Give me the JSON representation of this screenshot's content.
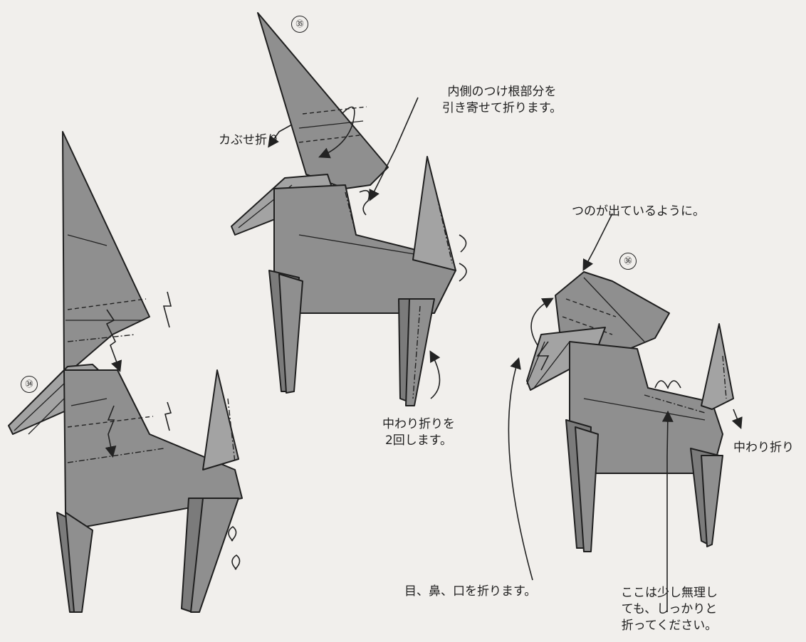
{
  "steps": {
    "step34": {
      "number": "㉞"
    },
    "step35": {
      "number": "㉟"
    },
    "step36": {
      "number": "㊱"
    }
  },
  "labels": {
    "kabuse_fold": "カぶせ折り",
    "pull_base_line1": "内側のつけ根部分を",
    "pull_base_line2": "引き寄せて折ります。",
    "horn_note": "つのが出ているように。",
    "inside_twice_line1": "中わり折りを",
    "inside_twice_line2": "2回します。",
    "inside_reverse": "中わり折り",
    "eyes_nose_mouth": "目、鼻、口を折ります。",
    "force_line1": "ここは少し無理し",
    "force_line2": "ても、しっかりと",
    "force_line3": "折ってください。"
  }
}
